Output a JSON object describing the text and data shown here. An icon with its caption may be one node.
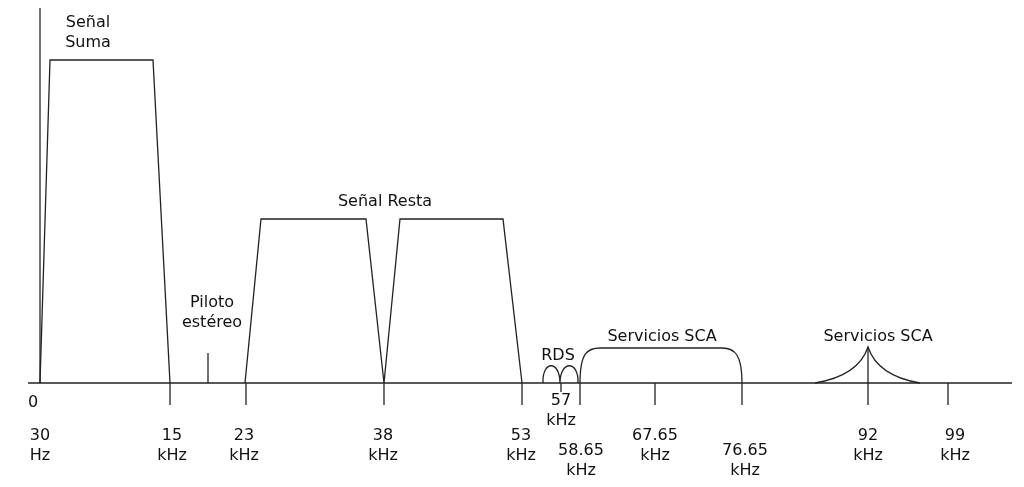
{
  "diagram": {
    "labels": [
      "Señal Suma",
      "Piloto estéreo",
      "Señal Resta",
      "RDS",
      "Servicios SCA",
      "Servicios SCA",
      "0",
      "30 Hz",
      "15 kHz",
      "23 kHz",
      "38 kHz",
      "53 kHz",
      "57 kHz",
      "58.65 kHz",
      "67.65 kHz",
      "76.65 kHz",
      "92 kHz",
      "99 kHz"
    ]
  }
}
